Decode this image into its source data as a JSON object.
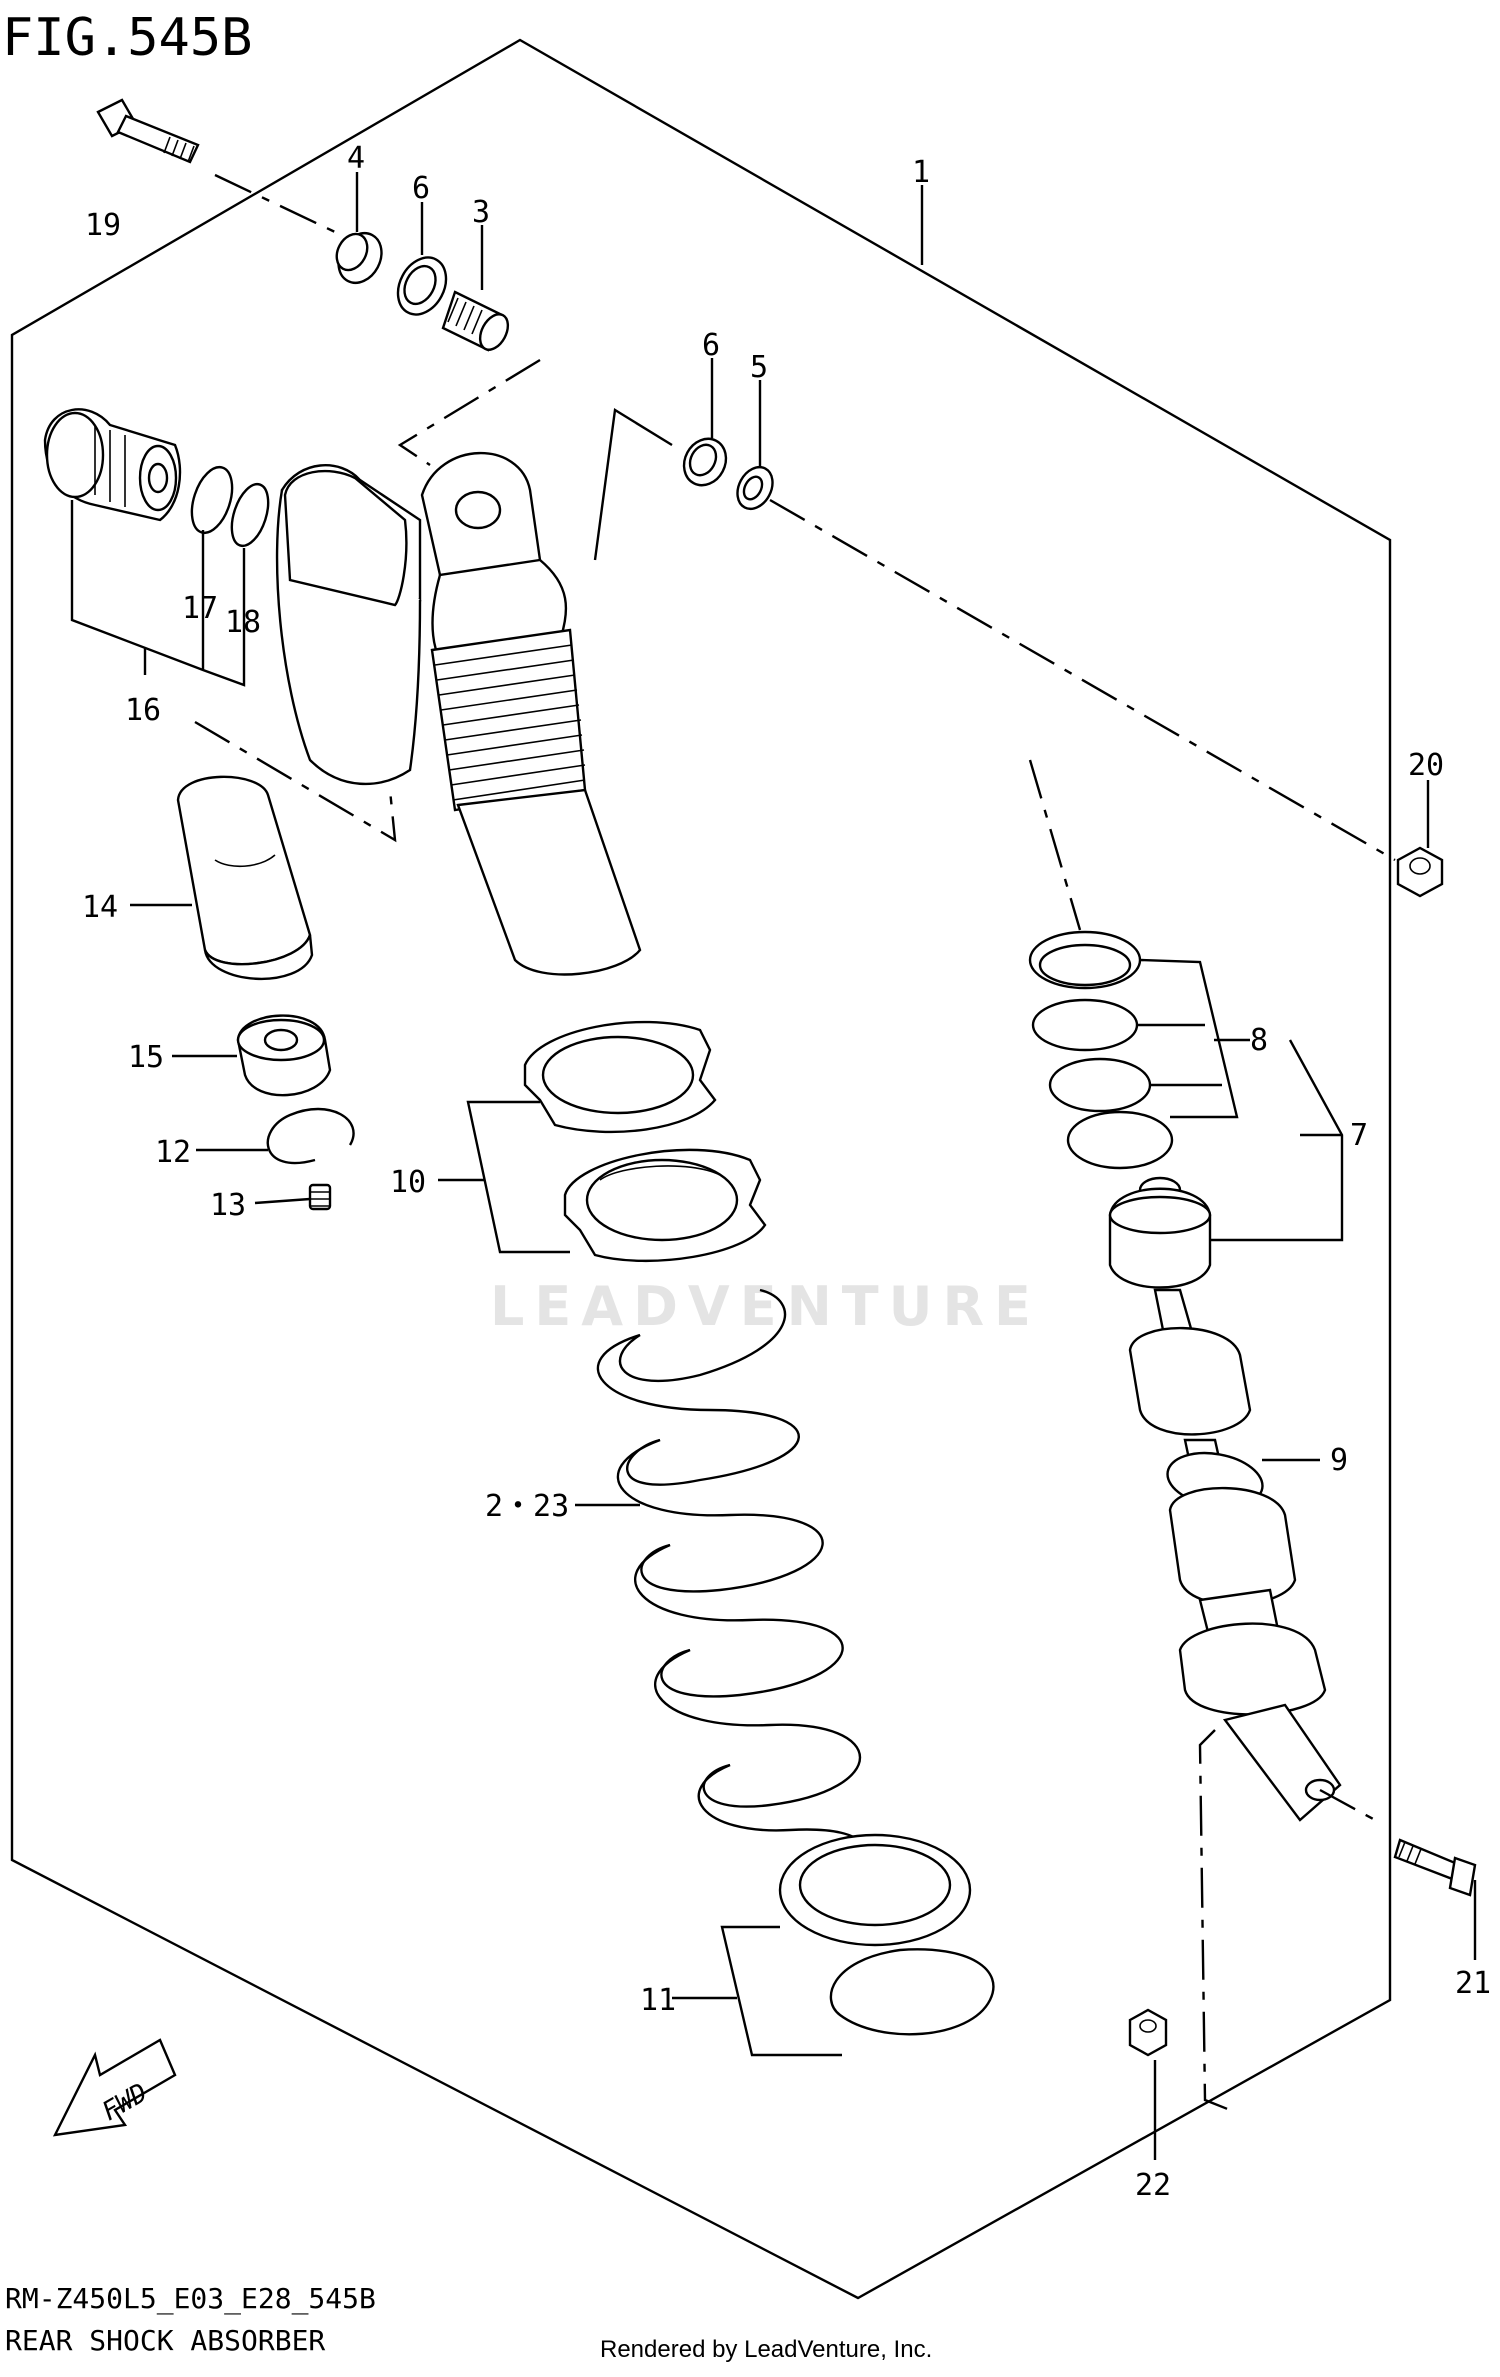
{
  "figure": {
    "title": "FIG.545B",
    "model_code": "RM-Z450L5_E03_E28_545B",
    "section_name": "REAR SHOCK ABSORBER",
    "credit": "Rendered by LeadVenture, Inc.",
    "watermark": "LEADVENTURE",
    "fwd_label": "FWD"
  },
  "callouts": {
    "c1": "1",
    "c2_23": "2・23",
    "c3": "3",
    "c4": "4",
    "c5": "5",
    "c6a": "6",
    "c6b": "6",
    "c7": "7",
    "c8": "8",
    "c9": "9",
    "c10": "10",
    "c11": "11",
    "c12": "12",
    "c13": "13",
    "c14": "14",
    "c15": "15",
    "c16": "16",
    "c17": "17",
    "c18": "18",
    "c19": "19",
    "c20": "20",
    "c21": "21",
    "c22": "22"
  }
}
